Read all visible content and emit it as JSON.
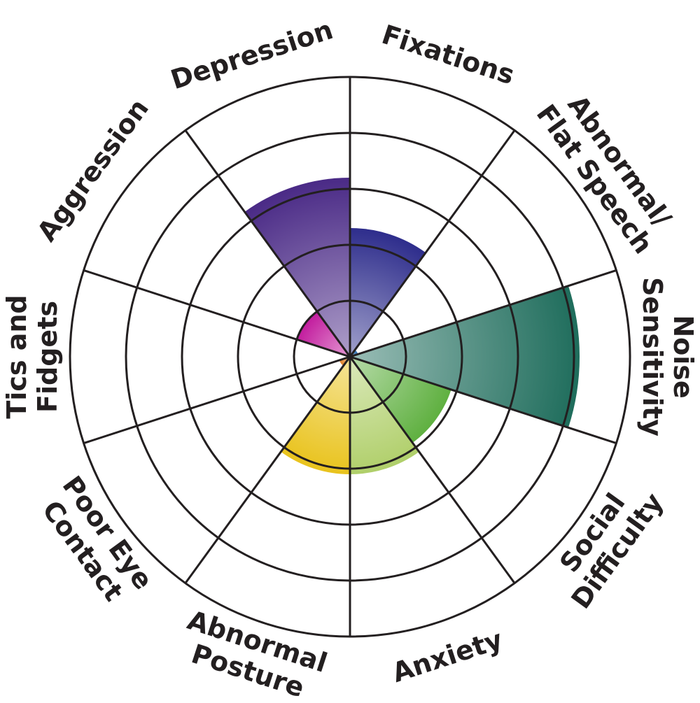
{
  "chart_data": {
    "type": "polar-area",
    "title": "",
    "rmax": 5,
    "grid": true,
    "categories": [
      {
        "label": "Fixations",
        "value": 2.3,
        "color": "#2e2d8c"
      },
      {
        "label": "Abnormal/\nFlat Speech",
        "value": 0.15,
        "color": "#2b6fb3"
      },
      {
        "label": "Noise\nSensitivity",
        "value": 4.1,
        "color": "#1f6d5c"
      },
      {
        "label": "Social\nDifficulty",
        "value": 1.9,
        "color": "#5fb040"
      },
      {
        "label": "Anxiety",
        "value": 2.1,
        "color": "#b0cf6a"
      },
      {
        "label": "Abnormal\nPosture",
        "value": 2.1,
        "color": "#e9c31d"
      },
      {
        "label": "Poor Eye\nContact",
        "value": 0.2,
        "color": "#e0822a"
      },
      {
        "label": "Tics and\nFidgets",
        "value": 0,
        "color": "#d0d0d0"
      },
      {
        "label": "Aggression",
        "value": 1.0,
        "color": "#c21c9e"
      },
      {
        "label": "Depression",
        "value": 3.2,
        "color": "#4a2a86"
      }
    ]
  }
}
